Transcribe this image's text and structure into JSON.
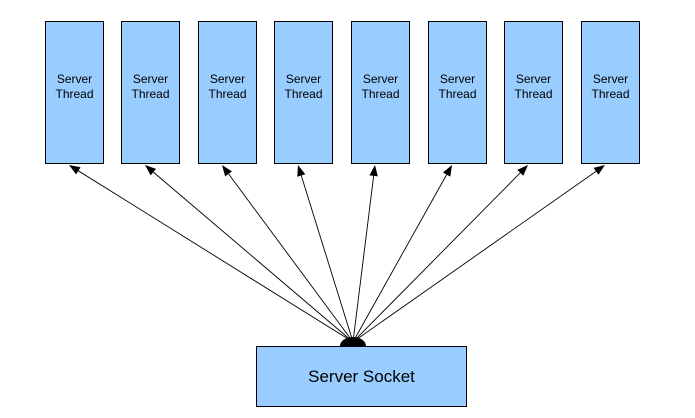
{
  "colors": {
    "box_fill": "#99ccff",
    "stroke": "#000000",
    "text": "#000000"
  },
  "threads": [
    {
      "line1": "Server",
      "line2": "Thread"
    },
    {
      "line1": "Server",
      "line2": "Thread"
    },
    {
      "line1": "Server",
      "line2": "Thread"
    },
    {
      "line1": "Server",
      "line2": "Thread"
    },
    {
      "line1": "Server",
      "line2": "Thread"
    },
    {
      "line1": "Server",
      "line2": "Thread"
    },
    {
      "line1": "Server",
      "line2": "Thread"
    },
    {
      "line1": "Server",
      "line2": "Thread"
    }
  ],
  "socket": {
    "label": "Server Socket"
  }
}
